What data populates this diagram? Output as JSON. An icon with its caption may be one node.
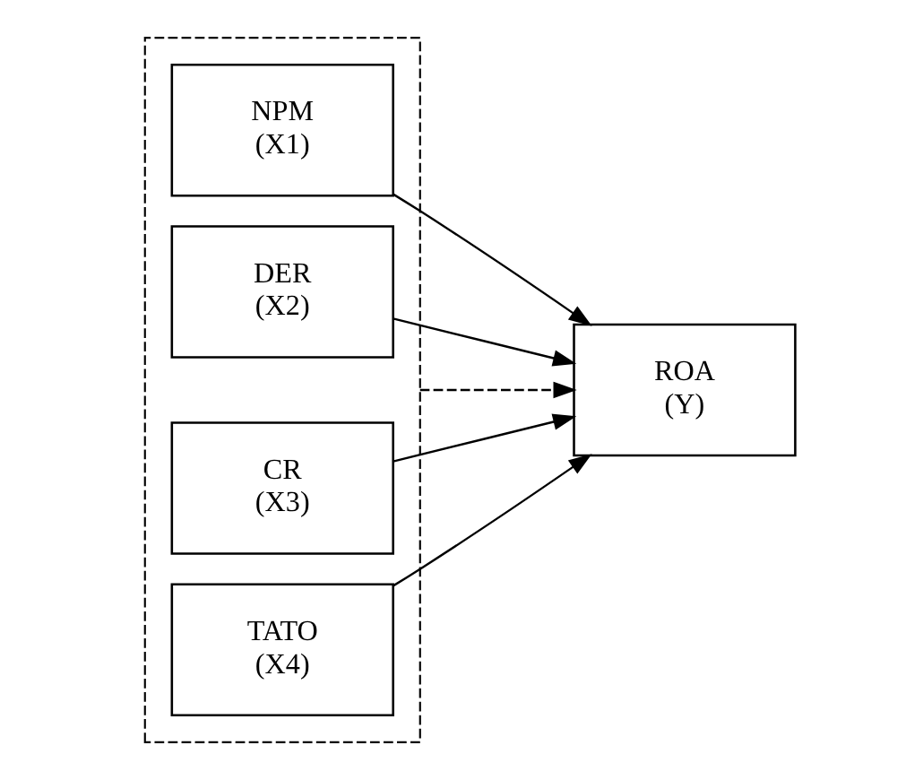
{
  "diagram": {
    "nodes": [
      {
        "text": [],
        "shape": "box"
      },
      {
        "text": [
          "NPM",
          "(X1)"
        ],
        "in": 0
      },
      {
        "text": [
          "DER",
          "(X2)"
        ],
        "in": 0
      },
      {
        "text": [
          "CR",
          "(X3)"
        ],
        "in": 0
      },
      {
        "text": [
          "TATO",
          "(X4)"
        ],
        "in": 0
      },
      {
        "text": [
          "ROA",
          "(Y)"
        ]
      }
    ],
    "edges": [
      {
        "from": 1,
        "to": 5,
        "arrow": "to"
      },
      {
        "from": 2,
        "to": 5,
        "arrow": "to"
      },
      {
        "from": 0,
        "to": 5,
        "arrow": "to",
        "style": "dashed"
      },
      {
        "from": 3,
        "to": 5,
        "arrow": "to"
      },
      {
        "from": 4,
        "to": 5,
        "arrow": "to"
      }
    ]
  }
}
